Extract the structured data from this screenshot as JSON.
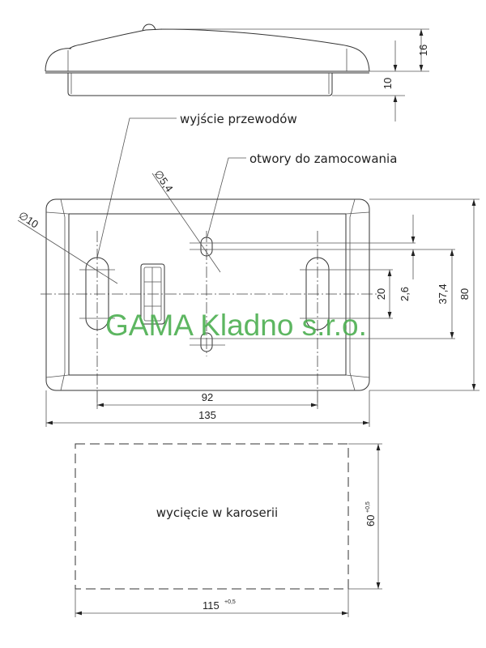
{
  "labels": {
    "cable_exit": "wyjście przewodów",
    "mounting_holes": "otwory do zamocowania",
    "cutout": "wycięcie w karoserii"
  },
  "watermark": "GAMA Kladno s.r.o.",
  "dimensions": {
    "side_height_total": "16",
    "side_height_base": "10",
    "dia_slot": "∅10",
    "dia_hole": "∅5,4",
    "slot_length": "20",
    "hole_offset": "2,6",
    "hole_spacing": "37,4",
    "height": "80",
    "slot_spacing": "92",
    "width": "135",
    "cutout_height": "60",
    "cutout_width": "115",
    "tolerance": "+0,5"
  },
  "colors": {
    "watermark": "#4caf50",
    "line": "#333333"
  }
}
